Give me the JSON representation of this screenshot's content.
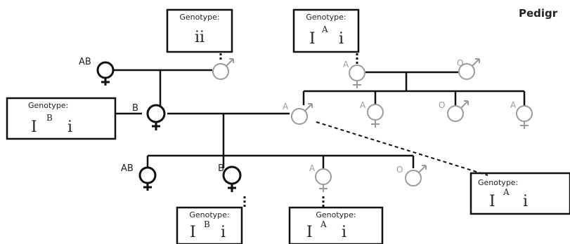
{
  "heading": "Pedigr",
  "genotype_label": "Genotype:",
  "boxes": [
    {
      "id": "gp-father-ii",
      "geno": "ii",
      "sup": ""
    },
    {
      "id": "gp-maternal",
      "geno": "I",
      "sup": "A",
      "suffix": "i"
    },
    {
      "id": "mother-left",
      "geno": "I",
      "sup": "B",
      "suffix": "i"
    },
    {
      "id": "father-right",
      "geno": "I",
      "sup": "A",
      "suffix": "i"
    },
    {
      "id": "child-b",
      "geno": "I",
      "sup": "B",
      "suffix": "i"
    },
    {
      "id": "child-a",
      "geno": "I",
      "sup": "A",
      "suffix": "i"
    }
  ],
  "blood_types": {
    "gp_female": "AB",
    "mother": "B",
    "child1": "AB",
    "child2": "B",
    "grey_a": "A",
    "grey_o": "O"
  },
  "colors": {
    "ink": "#111111",
    "faded": "#999999"
  }
}
